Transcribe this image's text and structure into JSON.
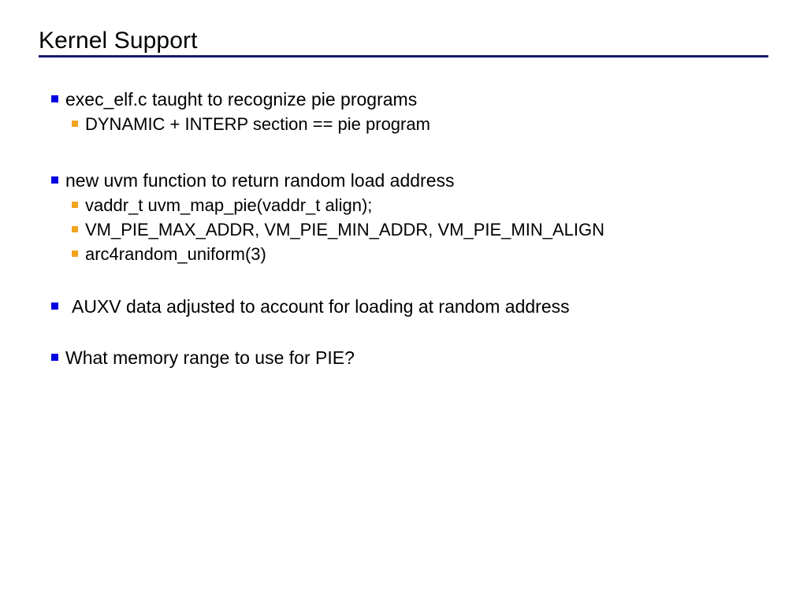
{
  "slide": {
    "title": "Kernel Support",
    "rule_color": "#191970",
    "background": "#ffffff",
    "bullet_colors": {
      "level1": "#0000e0",
      "level2": "#f0a41e"
    },
    "blocks": [
      {
        "level": 1,
        "text": "exec_elf.c taught to recognize pie programs"
      },
      {
        "level": 2,
        "text": "DYNAMIC + INTERP section == pie program"
      },
      {
        "level": 1,
        "text": "new uvm function to return random load address"
      },
      {
        "level": 2,
        "text": "vaddr_t uvm_map_pie(vaddr_t align);"
      },
      {
        "level": 2,
        "text": "VM_PIE_MAX_ADDR, VM_PIE_MIN_ADDR, VM_PIE_MIN_ALIGN"
      },
      {
        "level": 2,
        "text": "arc4random_uniform(3)"
      },
      {
        "level": 1,
        "text": "AUXV data adjusted to account for loading at random address"
      },
      {
        "level": 1,
        "text": "What memory range to use for PIE?"
      }
    ]
  }
}
